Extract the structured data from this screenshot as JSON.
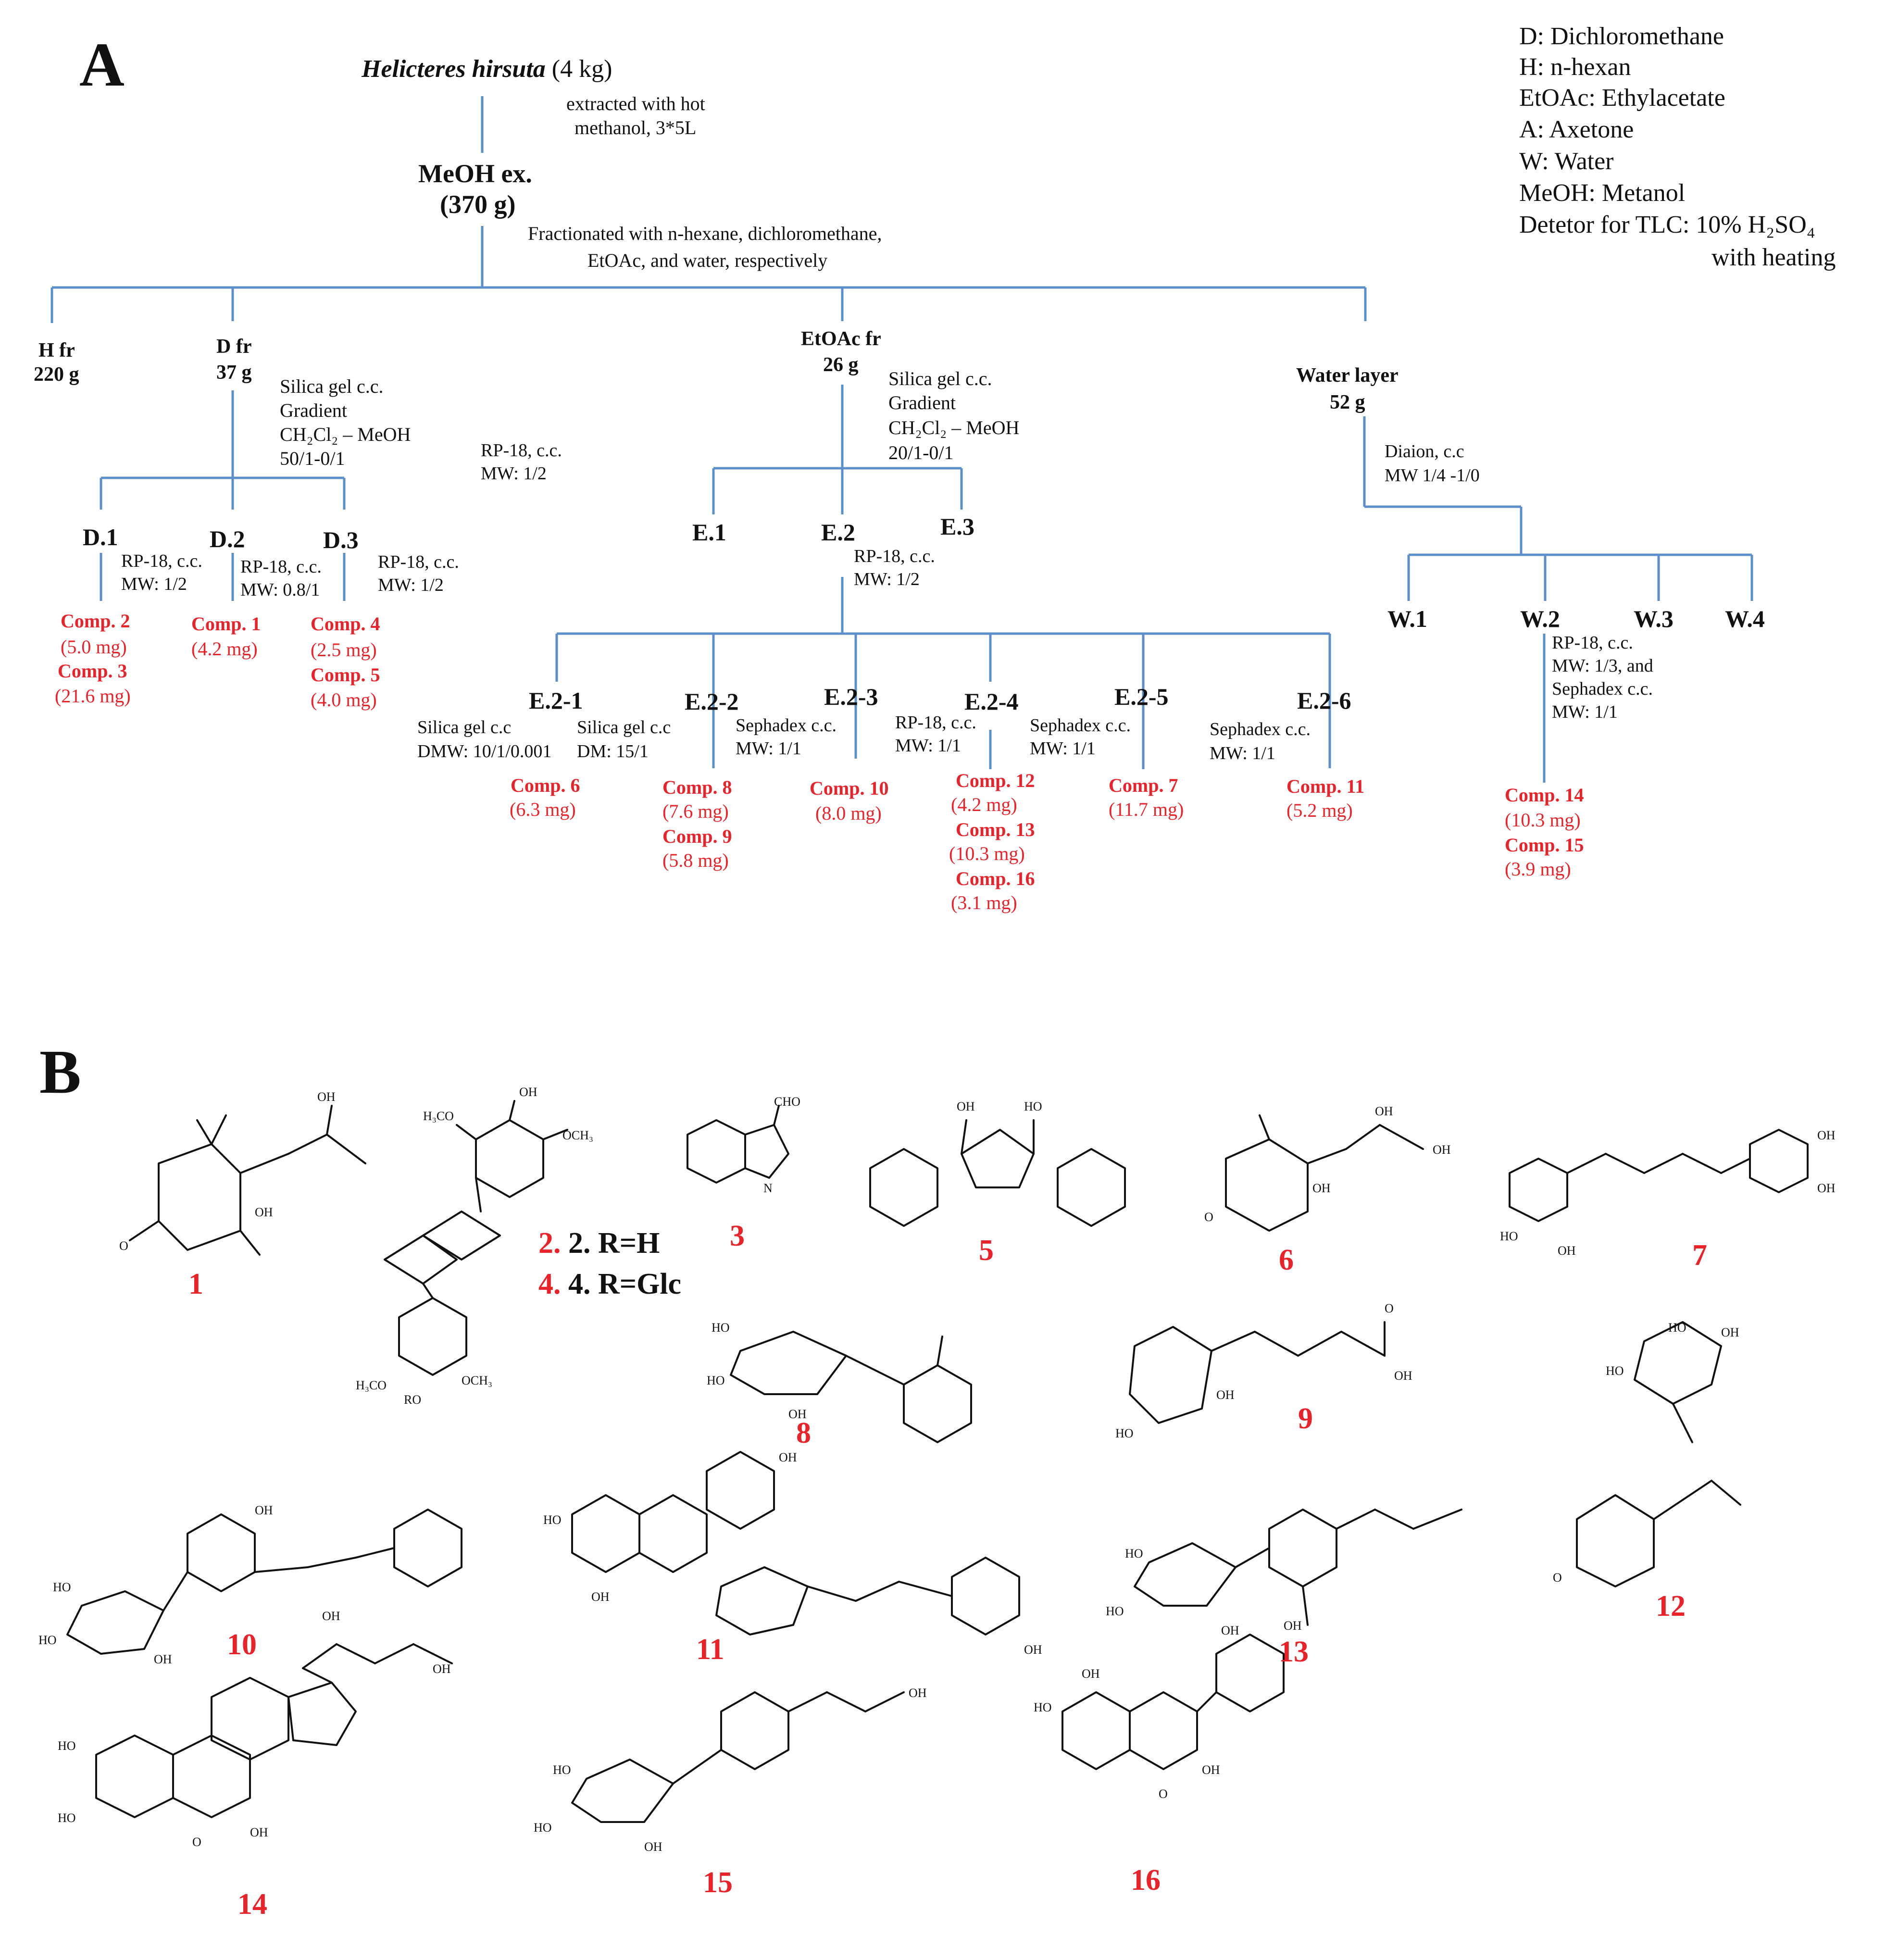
{
  "panelA": "A",
  "panelB": "B",
  "legend": [
    "D: Dichloromethane",
    "H: n-hexan",
    "EtOAc: Ethylacetate",
    "A: Axetone",
    "W: Water",
    "MeOH: Metanol",
    "Detetor for TLC: 10% H₂SO₄",
    "with heating"
  ],
  "root": {
    "name": "Helicteres hirsuta",
    "amount": "(4 kg)"
  },
  "extract_note": [
    "extracted with hot",
    "methanol,  3*5L"
  ],
  "meoh": [
    "MeOH ex.",
    "(370 g)"
  ],
  "fraction_note": [
    "Fractionated with n-hexane, dichloromethane,",
    "EtOAc, and water, respectively"
  ],
  "fractions": {
    "h": [
      "H  fr",
      "220 g"
    ],
    "d": [
      "D  fr",
      "37 g"
    ],
    "e": [
      "EtOAc  fr",
      "26 g"
    ],
    "w": [
      "Water layer",
      "52 g"
    ]
  },
  "d_method": [
    "Silica  gel c.c.",
    "Gradient",
    "CH₂Cl₂ – MeOH",
    "50/1-0/1"
  ],
  "rp_note": [
    "RP-18,  c.c.",
    "MW: 1/2"
  ],
  "e_method": [
    "Silica  gel c.c.",
    "Gradient",
    "CH₂Cl₂ – MeOH",
    "20/1-0/1"
  ],
  "w_method": [
    "Diaion,  c.c",
    "MW 1/4  -1/0"
  ],
  "d_subs": [
    {
      "label": "D.1",
      "method": [
        "RP-18,  c.c.",
        "MW: 1/2"
      ],
      "results": [
        [
          "Comp. 2",
          "(5.0 mg)"
        ],
        [
          "Comp. 3",
          "(21.6 mg)"
        ]
      ]
    },
    {
      "label": "D.2",
      "method": [
        "RP-18,  c.c.",
        "MW: 0.8/1"
      ],
      "results": [
        [
          "Comp. 1",
          "(4.2 mg)"
        ]
      ]
    },
    {
      "label": "D.3",
      "method": [
        "RP-18,  c.c.",
        "MW: 1/2"
      ],
      "results": [
        [
          "Comp. 4",
          "(2.5 mg)"
        ],
        [
          "Comp. 5",
          "(4.0 mg)"
        ]
      ]
    }
  ],
  "e_subs": [
    "E.1",
    "E.2",
    "E.3"
  ],
  "e2_method": [
    "RP-18,  c.c.",
    "MW: 1/2"
  ],
  "e2_subs": [
    {
      "label": "E.2-1",
      "method": [
        "Silica  gel c.c",
        "DMW: 10/1/0.001"
      ],
      "results": [
        [
          "Comp. 6",
          "(6.3 mg)"
        ]
      ]
    },
    {
      "label": "E.2-2",
      "method": [
        "Silica  gel c.c",
        "DM: 15/1"
      ],
      "results": [
        [
          "Comp. 8",
          "(7.6 mg)"
        ],
        [
          "Comp. 9",
          "(5.8 mg)"
        ]
      ]
    },
    {
      "label": "E.2-3",
      "method": [
        "Sephadex c.c.",
        "MW: 1/1"
      ],
      "results": [
        [
          "Comp. 10",
          "(8.0 mg)"
        ]
      ]
    },
    {
      "label": "E.2-4",
      "method": [
        "RP-18,  c.c.",
        "MW: 1/1"
      ],
      "results": [
        [
          "Comp. 12",
          "(4.2 mg)"
        ],
        [
          "Comp. 13",
          "(10.3 mg)"
        ],
        [
          "Comp. 16",
          "(3.1 mg)"
        ]
      ]
    },
    {
      "label": "E.2-5",
      "method": [
        "Sephadex c.c.",
        "MW: 1/1"
      ],
      "results": [
        [
          "Comp. 7",
          "(11.7 mg)"
        ]
      ]
    },
    {
      "label": "E.2-6",
      "method": [
        "Sephadex c.c.",
        "MW: 1/1"
      ],
      "results": [
        [
          "Comp. 11",
          "(5.2 mg)"
        ]
      ]
    }
  ],
  "w_subs": [
    "W.1",
    "W.2",
    "W.3",
    "W.4"
  ],
  "w2_method": [
    "RP-18,  c.c.",
    "MW: 1/3,  and",
    "Sephadex c.c.",
    "MW: 1/1"
  ],
  "w2_results": [
    [
      "Comp. 14",
      "(10.3 mg)"
    ],
    [
      "Comp. 15",
      "(3.9 mg)"
    ]
  ],
  "r_labels": [
    "2. R=H",
    "4. R=Glc"
  ],
  "compound_numbers": [
    "1",
    "3",
    "5",
    "6",
    "7",
    "8",
    "9",
    "10",
    "11",
    "12",
    "13",
    "14",
    "15",
    "16"
  ]
}
